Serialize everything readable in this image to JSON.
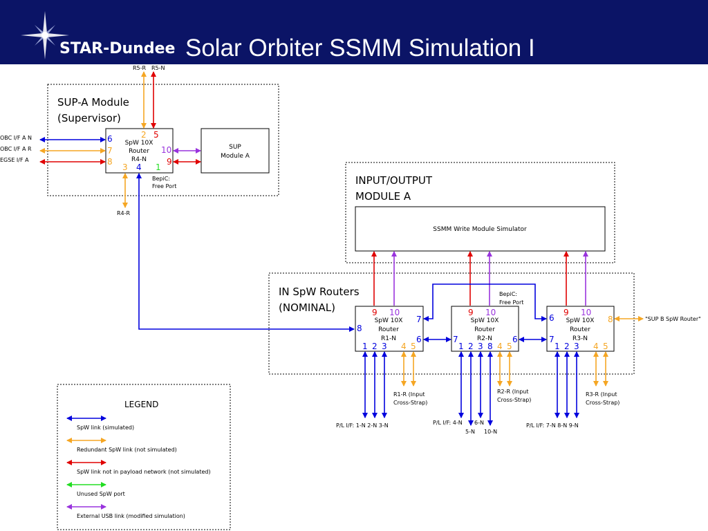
{
  "header": {
    "brand": "STAR-Dundee",
    "title": "Solar Orbiter SSMM Simulation I"
  },
  "colors": {
    "header_bg": "#0b1466",
    "simulated": "#0000dd",
    "redundant": "#f5a623",
    "payload_external": "#e00000",
    "unused": "#22dd22",
    "usb": "#9933dd"
  },
  "sup_module": {
    "title_line1": "SUP-A Module",
    "title_line2": "(Supervisor)",
    "router_l1": "SpW 10X",
    "router_l2": "Router",
    "router_l3": "R4-N",
    "sup_box_l1": "SUP",
    "sup_box_l2": "Module A",
    "ports": {
      "p6": "6",
      "p7": "7",
      "p8": "8",
      "p2": "2",
      "p5": "5",
      "p10": "10",
      "p9": "9",
      "p3": "3",
      "p4": "4",
      "p1": "1"
    },
    "bepic_l1": "BepiC:",
    "bepic_l2": "Free Port",
    "ext_r5r": "R5-R",
    "ext_r5n": "R5-N",
    "ext_r4r": "R4-R",
    "obc_a_n": "OBC I/F A N",
    "obc_a_r": "OBC I/F A R",
    "egse_a": "EGSE I/F A"
  },
  "io_module": {
    "title_line1": "INPUT/OUTPUT",
    "title_line2": "MODULE A",
    "write_sim": "SSMM Write Module Simulator"
  },
  "in_routers": {
    "title_line1": "IN SpW Routers",
    "title_line2": "(NOMINAL)",
    "bepic_l1": "BepiC:",
    "bepic_l2": "Free Port",
    "sup_b": "\"SUP B SpW Router\"",
    "routers": [
      {
        "l1": "SpW 10X",
        "l2": "Router",
        "l3": "R1-N",
        "p9": "9",
        "p10": "10",
        "p8": "8",
        "p7": "7",
        "p6": "6",
        "p1": "1",
        "p2": "2",
        "p3": "3",
        "p4": "4",
        "p5": "5",
        "cross_l1": "R1-R (Input",
        "cross_l2": "Cross-Strap)",
        "pl": "P/L I/F: 1-N  2-N  3-N"
      },
      {
        "l1": "SpW 10X",
        "l2": "Router",
        "l3": "R2-N",
        "p9": "9",
        "p10": "10",
        "p7": "7",
        "p6": "6",
        "p1": "1",
        "p2": "2",
        "p3": "3",
        "p8": "8",
        "p4": "4",
        "p5": "5",
        "cross_l1": "R2-R (Input",
        "cross_l2": "Cross-Strap)",
        "pl": "P/L I/F: 4-N",
        "pl_b": "6-N",
        "pl_c": "5-N",
        "pl_d": "10-N"
      },
      {
        "l1": "SpW 10X",
        "l2": "Router",
        "l3": "R3-N",
        "p9": "9",
        "p10": "10",
        "p6": "6",
        "p8": "8",
        "p7": "7",
        "p1": "1",
        "p2": "2",
        "p3": "3",
        "p4": "4",
        "p5": "5",
        "cross_l1": "R3-R (Input",
        "cross_l2": "Cross-Strap)",
        "pl": "P/L I/F: 7-N  8-N  9-N"
      }
    ]
  },
  "legend": {
    "title": "LEGEND",
    "items": [
      {
        "label": "SpW link (simulated)",
        "color": "#0000dd"
      },
      {
        "label": "Redundant SpW link (not simulated)",
        "color": "#f5a623"
      },
      {
        "label": "SpW link not in payload network (not simulated)",
        "color": "#e00000"
      },
      {
        "label": "Unused SpW port",
        "color": "#22dd22"
      },
      {
        "label": "External USB link (modified simulation)",
        "color": "#9933dd"
      }
    ]
  }
}
